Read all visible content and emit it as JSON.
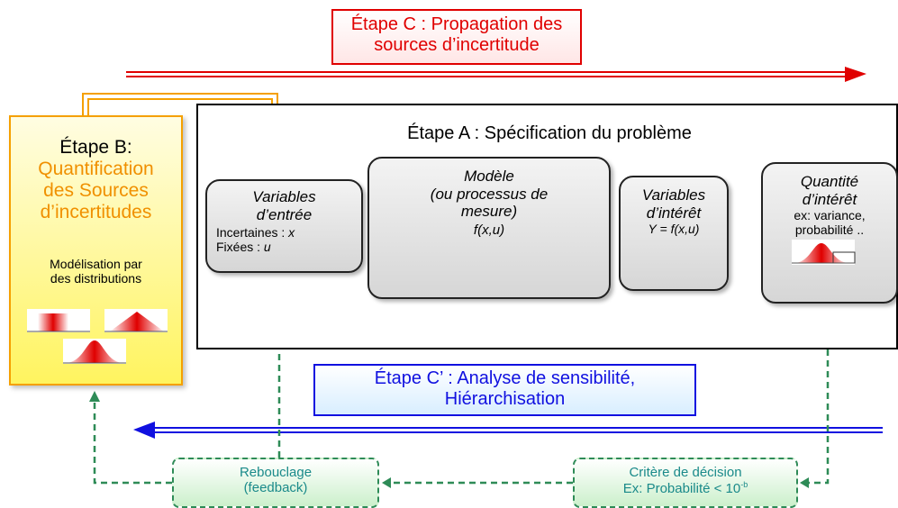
{
  "step_c": {
    "line1": "Étape C : Propagation des",
    "line2": "sources d’incertitude"
  },
  "step_a": {
    "title": "Étape A : Spécification du problème"
  },
  "step_b": {
    "title_first_letter": "É",
    "title_line1_rest": "tape B:",
    "title_line2": "Quantification",
    "title_line3": "des Sources",
    "title_line4": "d’incertitudes",
    "subtitle_line1": "Modélisation par",
    "subtitle_line2": "des distributions"
  },
  "variables_entree": {
    "title_line1": "Variables",
    "title_line2": "d’entrée",
    "row1_label": "Incertaines : ",
    "row1_var": "x",
    "row2_label": "Fixées : ",
    "row2_var": "u"
  },
  "modele": {
    "line1": "Modèle",
    "line2": "(ou processus de",
    "line3": "mesure)",
    "line4": "f(x,u)"
  },
  "variables_interet": {
    "title_line1": "Variables",
    "title_line2": "d’intérêt",
    "formula": "Y = f(x,u)"
  },
  "quantite_interet": {
    "title_line1": "Quantité",
    "title_line2": "d’intérêt",
    "line3": "ex: variance,",
    "line4": "probabilité .."
  },
  "step_c_prime": {
    "line1": "Étape C’ : Analyse de sensibilité,",
    "line2": "Hiérarchisation"
  },
  "feedback": {
    "line1": "Rebouclage",
    "line2": "(feedback)"
  },
  "critere": {
    "line1": "Critère de décision",
    "line2_prefix": "Ex: Probabilité < 10",
    "line2_sup": "-b"
  },
  "colors": {
    "red": "#e00000",
    "orange": "#f5a000",
    "blue": "#1010e0",
    "green": "#2e8b57",
    "teal_text": "#1a8a8a"
  }
}
